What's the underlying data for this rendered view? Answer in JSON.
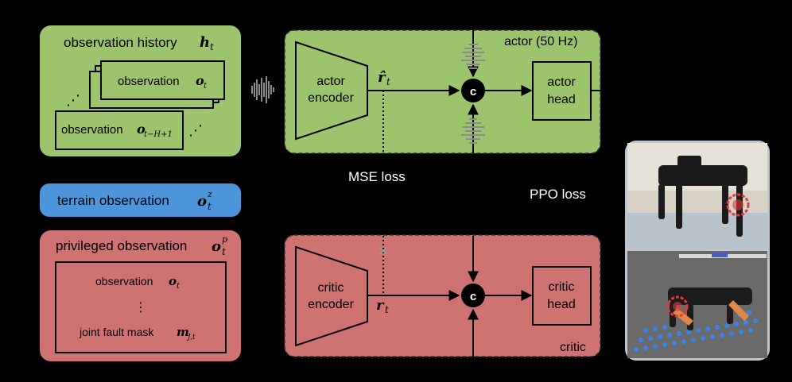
{
  "history": {
    "title": "observation history",
    "symbol": "h",
    "symbol_sub": "t",
    "card_front": "observation",
    "card_front_symbol": "o",
    "card_front_sub": "t",
    "card_back": "observation",
    "card_back_symbol": "o",
    "card_back_sub": "t−H+1",
    "dots_left": "⋰",
    "dots_right": "⋰"
  },
  "terrain": {
    "label": "terrain observation",
    "symbol": "o",
    "symbol_sub": "t",
    "symbol_sup": "z"
  },
  "privileged": {
    "title": "privileged observation",
    "symbol": "o",
    "symbol_sub": "t",
    "symbol_sup": "p",
    "row1": "observation",
    "row1_symbol": "o",
    "row1_sub": "t",
    "row2": "⋮",
    "row3": "joint fault mask",
    "row3_symbol": "m",
    "row3_sub": "J,t"
  },
  "actor": {
    "title": "actor (50 Hz)",
    "encoder_line1": "actor",
    "encoder_line2": "encoder",
    "latent_symbol": "r̂",
    "latent_sub": "t",
    "concat": "c",
    "head_line1": "actor",
    "head_line2": "head"
  },
  "critic": {
    "title": "critic",
    "encoder_line1": "critic",
    "encoder_line2": "encoder",
    "latent_symbol": "r",
    "latent_sub": "t",
    "concat": "c",
    "head_line1": "critic",
    "head_line2": "head"
  },
  "losses": {
    "mse": "MSE loss",
    "ppo": "PPO loss",
    "blocked": "×"
  },
  "colors": {
    "green": "#9bc46c",
    "red": "#cf7272",
    "blue": "#4d96dc",
    "robot_real": "#d8d2c6",
    "robot_sim": "#6a6a6a"
  }
}
